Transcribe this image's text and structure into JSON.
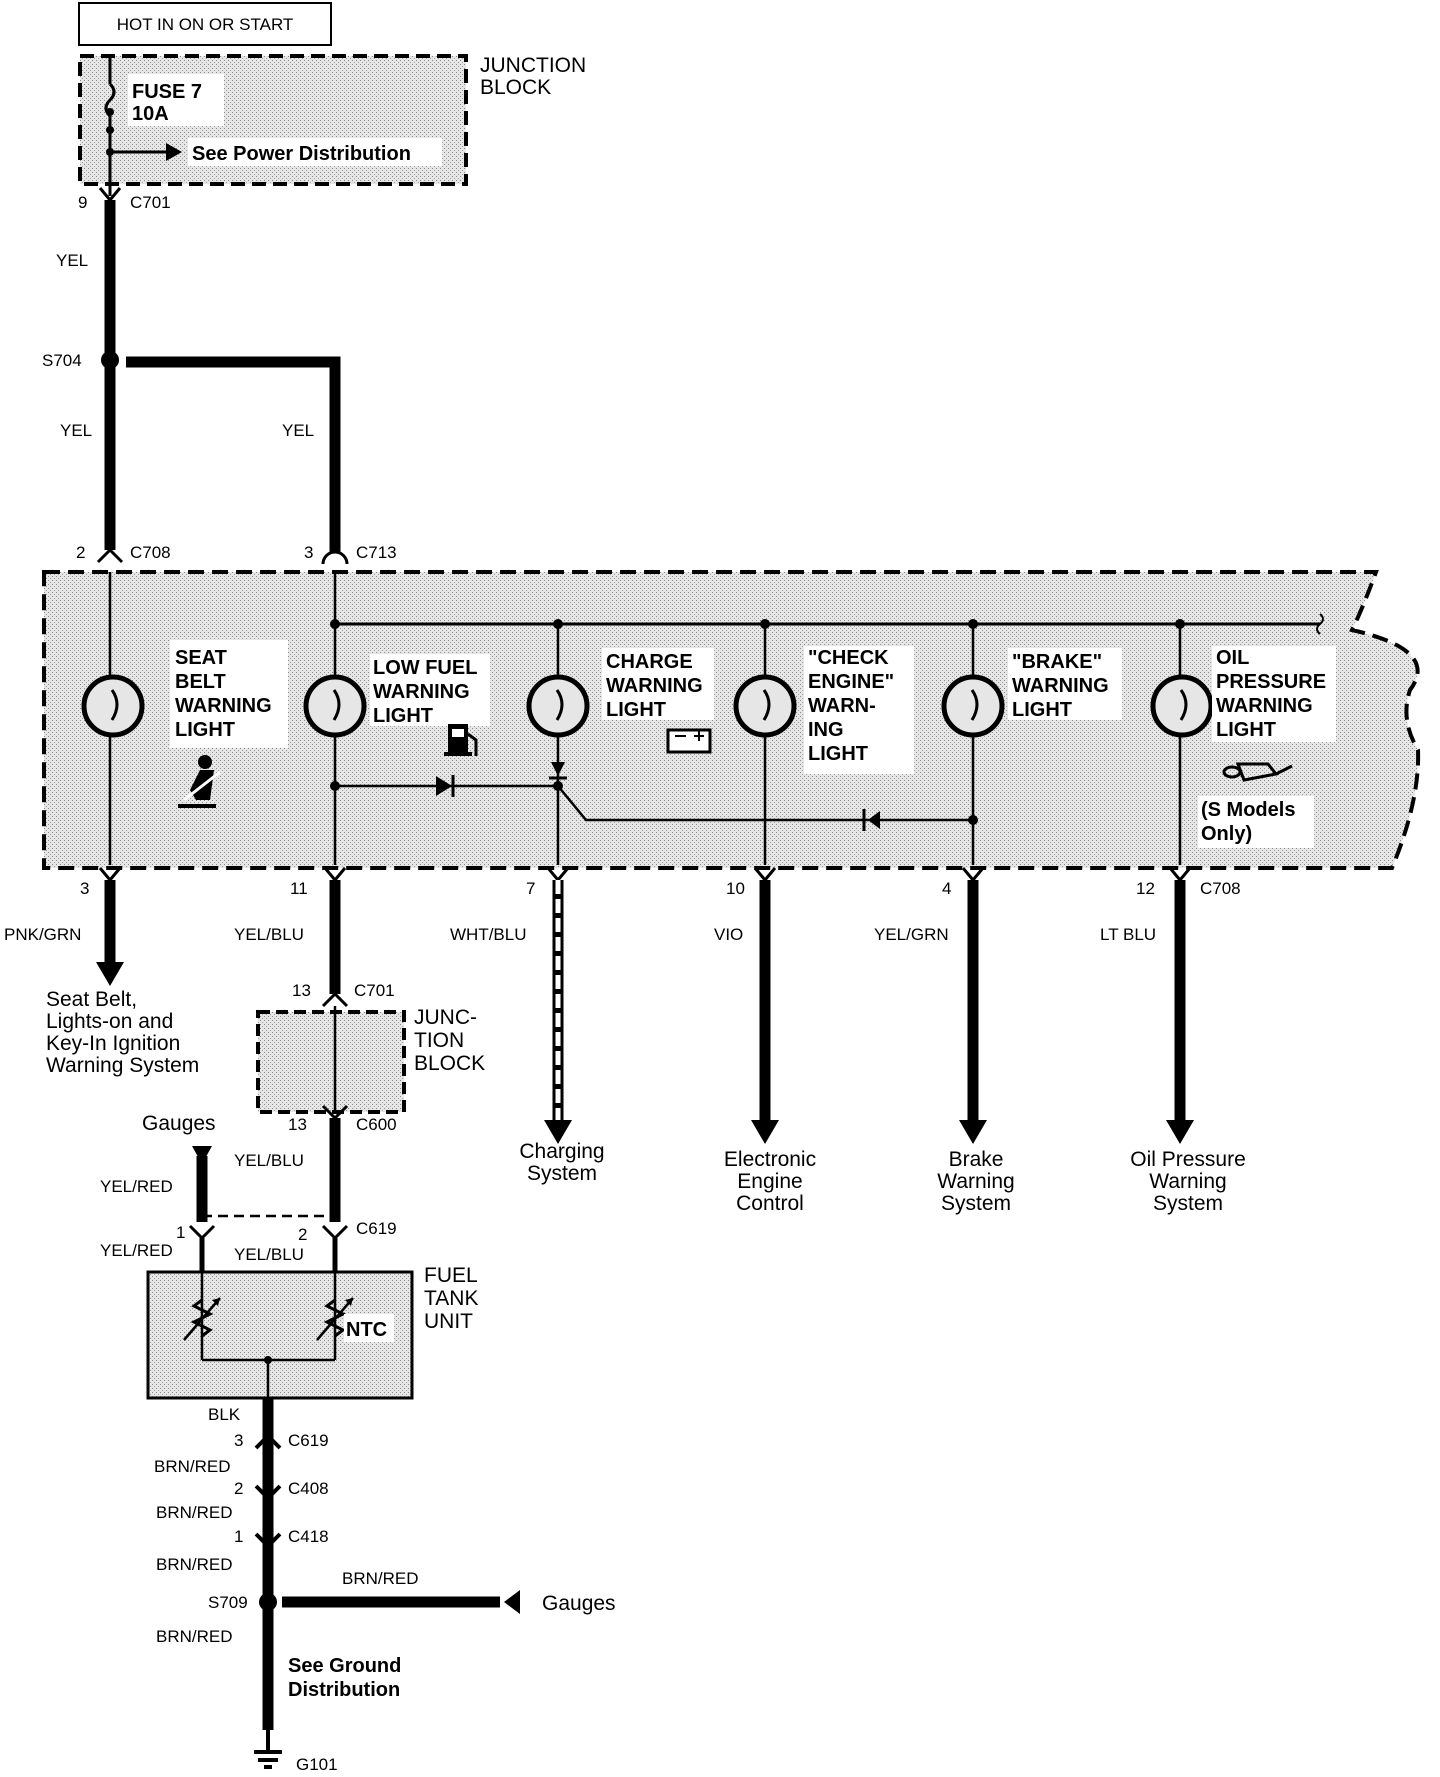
{
  "header": {
    "hot_label": "HOT IN ON OR START"
  },
  "top_junction_block": {
    "title_line1": "JUNCTION",
    "title_line2": "BLOCK",
    "fuse_name": "FUSE 7",
    "fuse_rating": "10A",
    "power_note": "See Power Distribution"
  },
  "connectors": {
    "c701_top_pin": "9",
    "c701_top": "C701",
    "s704": "S704",
    "c708_in_pin": "2",
    "c708_in": "C708",
    "c713_pin": "3",
    "c713": "C713",
    "out_pins": [
      "3",
      "11",
      "7",
      "10",
      "4",
      "12"
    ],
    "c708_out": "C708",
    "c701_lower_pin": "13",
    "c701_lower": "C701",
    "c600_pin": "13",
    "c600": "C600",
    "c619_pin1": "1",
    "c619_pin2": "2",
    "c619": "C619",
    "c619_gnd_pin": "3",
    "c619_gnd": "C619",
    "c408_pin": "2",
    "c408": "C408",
    "c418_pin": "1",
    "c418": "C418",
    "s709": "S709",
    "g101": "G101"
  },
  "wires": {
    "yel_top": "YEL",
    "yel_left": "YEL",
    "yel_right": "YEL",
    "pnk_grn": "PNK/GRN",
    "yel_blu": "YEL/BLU",
    "wht_blu": "WHT/BLU",
    "vio": "VIO",
    "yel_grn": "YEL/GRN",
    "lt_blu": "LT BLU",
    "yel_blu_2": "YEL/BLU",
    "yel_red_1": "YEL/RED",
    "yel_red_2": "YEL/RED",
    "yel_blu_3": "YEL/BLU",
    "blk": "BLK",
    "brn_red_1": "BRN/RED",
    "brn_red_2": "BRN/RED",
    "brn_red_3": "BRN/RED",
    "brn_red_4": "BRN/RED",
    "brn_red_5": "BRN/RED"
  },
  "lights": {
    "seat_belt": [
      "SEAT",
      "BELT",
      "WARNING",
      "LIGHT"
    ],
    "low_fuel": [
      "LOW FUEL",
      "WARNING",
      "LIGHT"
    ],
    "charge": [
      "CHARGE",
      "WARNING",
      "LIGHT"
    ],
    "check_engine": [
      "\"CHECK",
      "ENGINE\"",
      "WARN-",
      "ING",
      "LIGHT"
    ],
    "brake": [
      "\"BRAKE\"",
      "WARNING",
      "LIGHT"
    ],
    "oil_pressure": [
      "OIL",
      "PRESSURE",
      "WARNING",
      "LIGHT"
    ],
    "s_models": [
      "(S Models",
      "Only)"
    ]
  },
  "destinations": {
    "seat_belt_system": [
      "Seat Belt,",
      "Lights-on and",
      "Key-In Ignition",
      "Warning System"
    ],
    "charging_system": [
      "Charging",
      "System"
    ],
    "electronic_engine": [
      "Electronic",
      "Engine",
      "Control"
    ],
    "brake_system": [
      "Brake",
      "Warning",
      "System"
    ],
    "oil_system": [
      "Oil Pressure",
      "Warning",
      "System"
    ],
    "gauges_1": "Gauges",
    "gauges_2": "Gauges"
  },
  "lower_junction_block": [
    "JUNC-",
    "TION",
    "BLOCK"
  ],
  "fuel_tank_unit": {
    "title": [
      "FUEL",
      "TANK",
      "UNIT"
    ],
    "ntc": "NTC"
  },
  "ground_note": [
    "See Ground",
    "Distribution"
  ],
  "colors": {
    "ink": "#000000",
    "shade": "#d6d6d6",
    "paper": "#ffffff"
  },
  "icons": [
    "seat-belt-icon",
    "fuel-pump-icon",
    "battery-icon",
    "oil-can-icon",
    "ground-icon",
    "diode-icon",
    "bulb-icon",
    "thermistor-icon",
    "fuse-icon"
  ]
}
